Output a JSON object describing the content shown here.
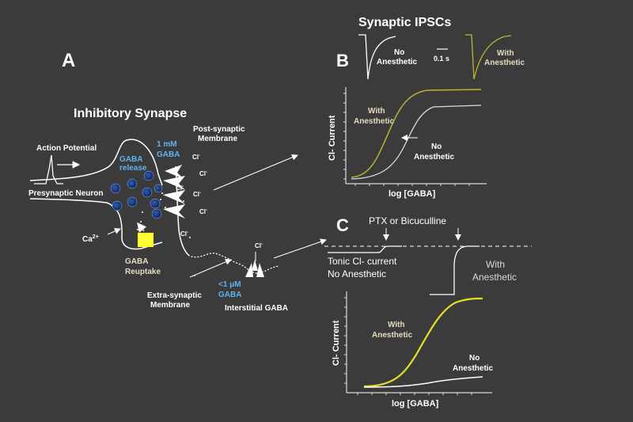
{
  "panel_a": {
    "letter": "A",
    "title": "Inhibitory Synapse",
    "labels": {
      "action_potential": "Action Potential",
      "presynaptic": "Presynaptic Neuron",
      "post_line1": "Post-synaptic",
      "post_line2": "Membrane",
      "gaba_release_1": "GABA",
      "gaba_release_2": "release",
      "conc_1": "1 mM",
      "conc_2": "GABA",
      "ca": "Ca",
      "ca_sup": "2+",
      "reuptake_1": "GABA",
      "reuptake_2": "Reuptake",
      "extra_1": "Extra-synaptic",
      "extra_2": "Membrane",
      "low_conc_1": "<1 μM",
      "low_conc_2": "GABA",
      "interstitial": "Interstitial GABA",
      "cl": "Cl",
      "cl_sup": "-"
    }
  },
  "panel_b": {
    "letter": "B",
    "title": "Synaptic IPSCs",
    "no_1": "No",
    "no_2": "Anesthetic",
    "scale": "0.1 s",
    "with_1": "With",
    "with_2": "Anesthetic",
    "y_label": "Cl- Current",
    "x_label": "log [GABA]",
    "curve_with_1": "With",
    "curve_with_2": "Anesthetic",
    "curve_no_1": "No",
    "curve_no_2": "Anesthetic"
  },
  "panel_c": {
    "letter": "C",
    "blocker": "PTX or Bicuculline",
    "tonic_1": "Tonic Cl- current",
    "tonic_2": "No Anesthetic",
    "with_1": "With",
    "with_2": "Anesthetic",
    "y_label": "Cl- Current",
    "x_label": "log [GABA]",
    "curve_with_1": "With",
    "curve_with_2": "Anesthetic",
    "curve_no_1": "No",
    "curve_no_2": "Anesthetic"
  },
  "colors": {
    "background": "#3b3b3b",
    "anesthetic_b": "#b8b530",
    "anesthetic_c": "#e6dc2a",
    "gaba_blue": "#5fb3f0",
    "vesicle": "#1c3f86",
    "reuptake": "#ffff33"
  }
}
